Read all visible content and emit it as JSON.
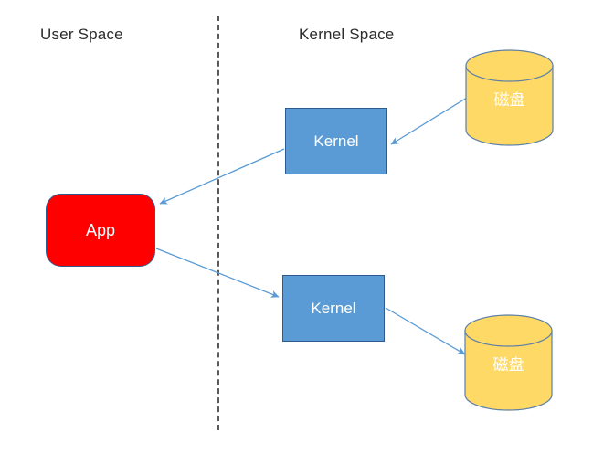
{
  "diagram": {
    "title_visible": false,
    "background_color": "#ffffff",
    "zones": [
      {
        "id": "user-space",
        "label": "User Space"
      },
      {
        "id": "kernel-space",
        "label": "Kernel Space"
      }
    ],
    "divider": {
      "style": "dashed",
      "color": "#595959"
    },
    "nodes": [
      {
        "id": "app",
        "label": "App",
        "shape": "rounded-rect",
        "fill": "#ff0000",
        "border": "#2e5b8f",
        "text_color": "#ffffff"
      },
      {
        "id": "kernel-top",
        "label": "Kernel",
        "shape": "rect",
        "fill": "#5b9bd5",
        "border": "#2e5b8f",
        "text_color": "#ffffff"
      },
      {
        "id": "kernel-bottom",
        "label": "Kernel",
        "shape": "rect",
        "fill": "#5b9bd5",
        "border": "#2e5b8f",
        "text_color": "#ffffff"
      },
      {
        "id": "disk-top",
        "label": "磁盘",
        "shape": "cylinder",
        "fill": "#ffd966",
        "border": "#5b7fa6",
        "text_color": "#ffffff"
      },
      {
        "id": "disk-bottom",
        "label": "磁盘",
        "shape": "cylinder",
        "fill": "#ffd966",
        "border": "#5b7fa6",
        "text_color": "#ffffff"
      }
    ],
    "arrows": [
      {
        "id": "disk-top-to-kernel-top",
        "from": "disk-top",
        "to": "kernel-top",
        "color": "#5b9bd5"
      },
      {
        "id": "kernel-top-to-app",
        "from": "kernel-top",
        "to": "app",
        "color": "#5b9bd5"
      },
      {
        "id": "app-to-kernel-bottom",
        "from": "app",
        "to": "kernel-bottom",
        "color": "#5b9bd5"
      },
      {
        "id": "kernel-bottom-to-disk-bottom",
        "from": "kernel-bottom",
        "to": "disk-bottom",
        "color": "#5b9bd5"
      }
    ]
  }
}
